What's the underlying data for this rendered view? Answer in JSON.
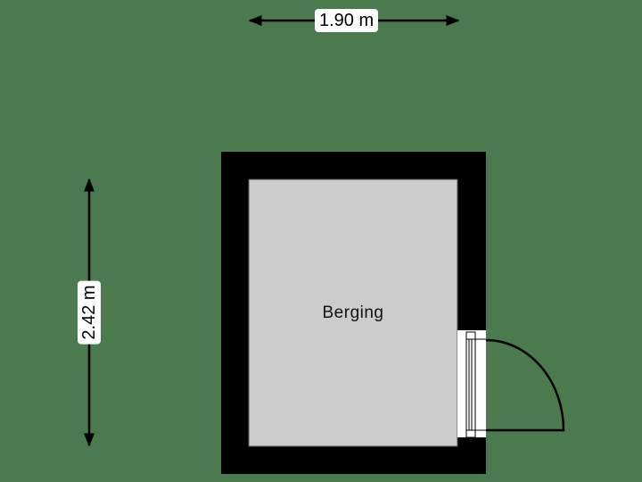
{
  "floorplan": {
    "background_color": "#4a7a4e",
    "wall_color": "#000000",
    "floor_color": "#cccccc",
    "rooms": [
      {
        "name": "Berging"
      }
    ],
    "dimensions": {
      "width": "1.90 m",
      "height": "2.42 m"
    },
    "door": {
      "wall": "right",
      "swing": "outward"
    }
  }
}
